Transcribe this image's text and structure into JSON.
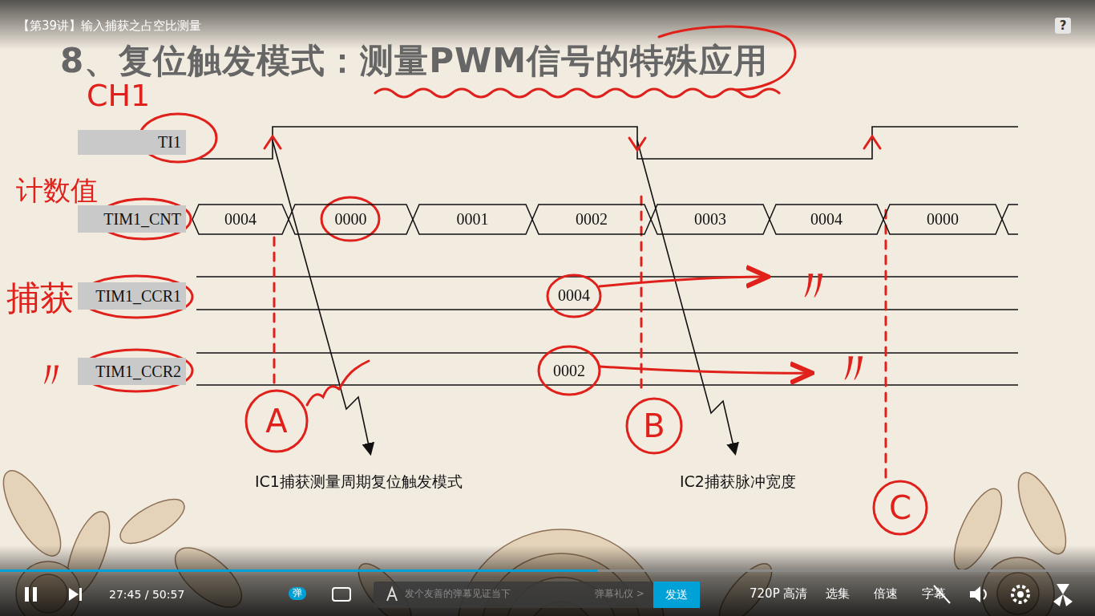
{
  "diagram": {
    "title": "8、复位触发模式：测量PWM信号的特殊应用",
    "nodes": [
      {
        "text": [
          "TI1"
        ]
      },
      {
        "text": [
          "TIM1_CNT"
        ]
      },
      {
        "text": [
          "0004"
        ]
      },
      {
        "text": [
          "0000"
        ]
      },
      {
        "text": [
          "0001"
        ]
      },
      {
        "text": [
          "0002"
        ]
      },
      {
        "text": [
          "0003"
        ]
      },
      {
        "text": [
          "0004"
        ]
      },
      {
        "text": [
          "0000"
        ]
      },
      {
        "text": [
          "TIM1_CCR1"
        ]
      },
      {
        "text": [
          "TIM1_CCR2"
        ]
      },
      {
        "text": [
          "A"
        ]
      },
      {
        "text": [
          "B"
        ]
      },
      {
        "text": [
          "C"
        ]
      }
    ],
    "labels": [
      "【第39讲】输入捕获之占空比测量",
      "?",
      "CH1",
      "计数值",
      "捕获",
      "〃",
      "0004",
      "0002",
      "〃",
      "〃",
      "IC1捕获测量周期复位触发模式",
      "IC2捕获脉冲宽度",
      "27:45 / 50:57",
      "弹",
      "发个友善的弹幕见证当下",
      "弹幕礼仪 >",
      "发送",
      "720P 高清",
      "选集",
      "倍速",
      "字幕"
    ]
  }
}
